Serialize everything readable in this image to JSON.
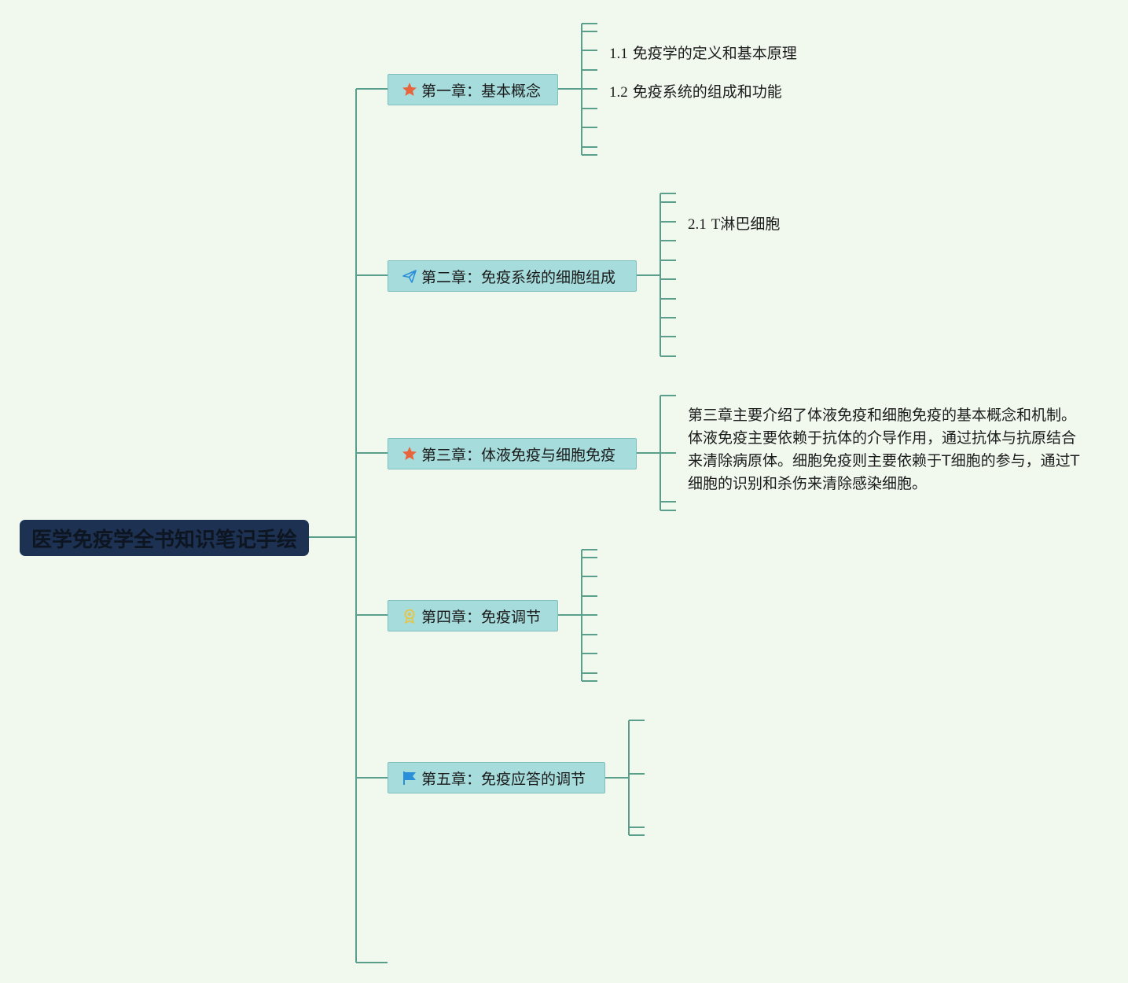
{
  "root": {
    "title": "医学免疫学全书知识笔记手绘"
  },
  "chapters": [
    {
      "label": "第一章：基本概念",
      "icon": "star-icon",
      "icon_color": "#e8643c"
    },
    {
      "label": "第二章：免疫系统的细胞组成",
      "icon": "paper-plane-icon",
      "icon_color": "#2a8fd8"
    },
    {
      "label": "第三章：体液免疫与细胞免疫",
      "icon": "star-icon",
      "icon_color": "#e8643c"
    },
    {
      "label": "第四章：免疫调节",
      "icon": "medal-icon",
      "icon_color": "#e6c444"
    },
    {
      "label": "第五章：免疫应答的调节",
      "icon": "flag-icon",
      "icon_color": "#2a8fd8"
    }
  ],
  "subtopics": {
    "ch1_a": {
      "num": "1.1",
      "text": "免疫学的定义和基本原理"
    },
    "ch1_b": {
      "num": "1.2",
      "text": "免疫系统的组成和功能"
    },
    "ch2_a": {
      "num": "2.1",
      "text": "T淋巴细胞"
    },
    "ch3_summary": "第三章主要介绍了体液免疫和细胞免疫的基本概念和机制。体液免疫主要依赖于抗体的介导作用，通过抗体与抗原结合来清除病原体。细胞免疫则主要依赖于T细胞的参与，通过T细胞的识别和杀伤来清除感染细胞。"
  },
  "colors": {
    "line": "#5a9e8c",
    "chapter_bg": "#a6dcdc",
    "root_bg": "#1d3152",
    "background": "#f1f9ef"
  }
}
